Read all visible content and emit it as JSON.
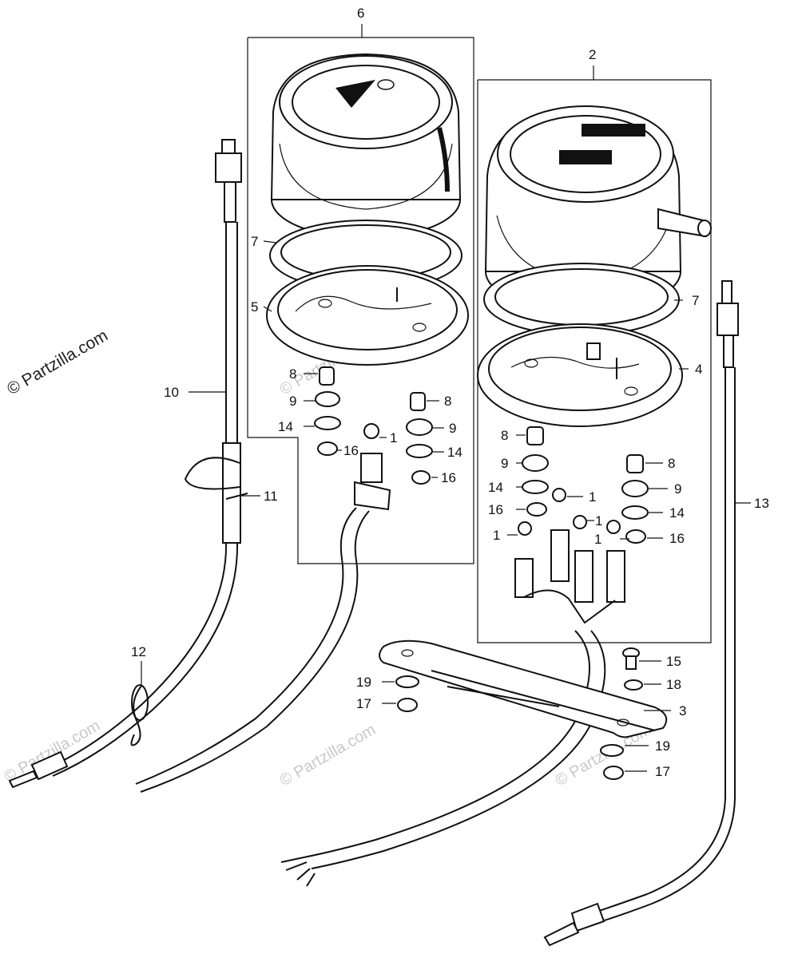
{
  "watermark": {
    "copyright": "© Partzilla.com",
    "faint": "© Partzilla.com"
  },
  "callouts": [
    {
      "id": "c6",
      "text": "6"
    },
    {
      "id": "c2",
      "text": "2"
    },
    {
      "id": "c7a",
      "text": "7"
    },
    {
      "id": "c5",
      "text": "5"
    },
    {
      "id": "c7b",
      "text": "7"
    },
    {
      "id": "c4",
      "text": "4"
    },
    {
      "id": "c10",
      "text": "10"
    },
    {
      "id": "c8a",
      "text": "8"
    },
    {
      "id": "c9a",
      "text": "9"
    },
    {
      "id": "c14a",
      "text": "14"
    },
    {
      "id": "c16a",
      "text": "16"
    },
    {
      "id": "c1a",
      "text": "1"
    },
    {
      "id": "c8b",
      "text": "8"
    },
    {
      "id": "c9b",
      "text": "9"
    },
    {
      "id": "c14b",
      "text": "14"
    },
    {
      "id": "c16b",
      "text": "16"
    },
    {
      "id": "c8c",
      "text": "8"
    },
    {
      "id": "c9c",
      "text": "9"
    },
    {
      "id": "c14c",
      "text": "14"
    },
    {
      "id": "c16c",
      "text": "16"
    },
    {
      "id": "c1b",
      "text": "1"
    },
    {
      "id": "c1c",
      "text": "1"
    },
    {
      "id": "c1d",
      "text": "1"
    },
    {
      "id": "c1e",
      "text": "1"
    },
    {
      "id": "c8d",
      "text": "8"
    },
    {
      "id": "c9d",
      "text": "9"
    },
    {
      "id": "c14d",
      "text": "14"
    },
    {
      "id": "c16d",
      "text": "16"
    },
    {
      "id": "c11",
      "text": "11"
    },
    {
      "id": "c13",
      "text": "13"
    },
    {
      "id": "c12",
      "text": "12"
    },
    {
      "id": "c15",
      "text": "15"
    },
    {
      "id": "c18",
      "text": "18"
    },
    {
      "id": "c19a",
      "text": "19"
    },
    {
      "id": "c17a",
      "text": "17"
    },
    {
      "id": "c3",
      "text": "3"
    },
    {
      "id": "c19b",
      "text": "19"
    },
    {
      "id": "c17b",
      "text": "17"
    }
  ]
}
